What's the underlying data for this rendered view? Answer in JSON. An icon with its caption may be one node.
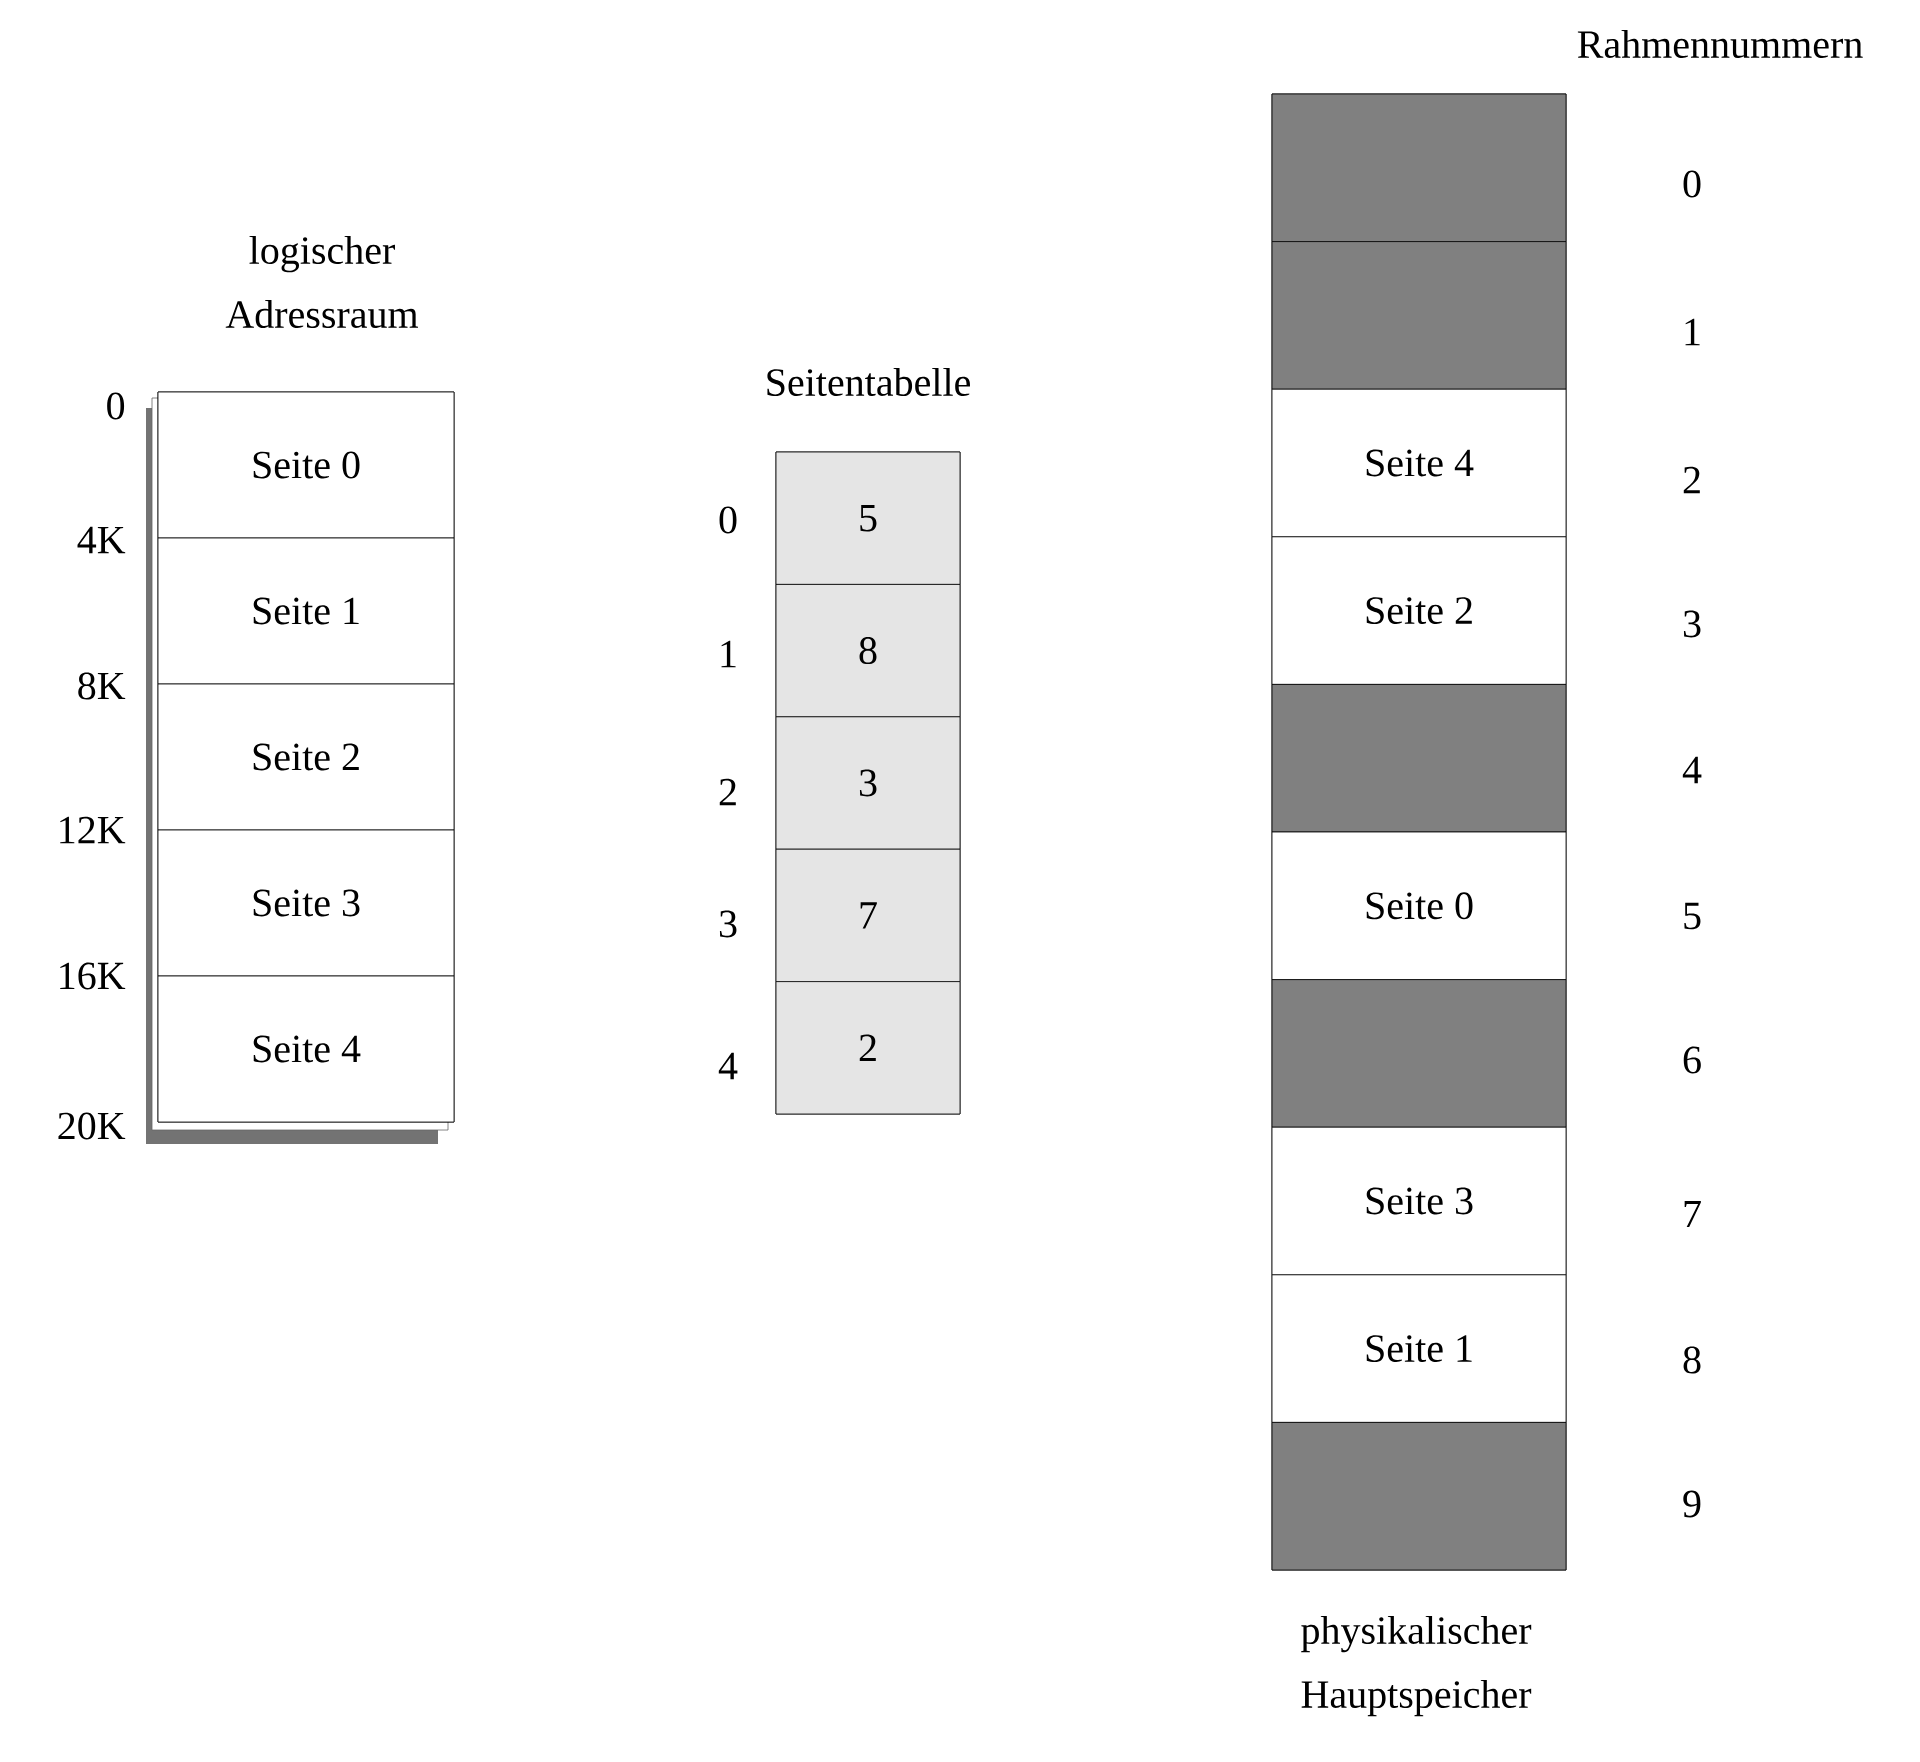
{
  "diagram": {
    "nodes": [
      {
        "text": [
          "logischer Adressraum"
        ]
      },
      {
        "text": [
          "Seite 0"
        ],
        "in": 0
      },
      {
        "text": [
          "Seite 1"
        ],
        "in": 0
      },
      {
        "text": [
          "Seite 2"
        ],
        "in": 0
      },
      {
        "text": [
          "Seite 3"
        ],
        "in": 0
      },
      {
        "text": [
          "Seite 4"
        ],
        "in": 0
      },
      {
        "text": [
          "Seitentabelle"
        ]
      },
      {
        "text": [
          "5"
        ],
        "in": 6
      },
      {
        "text": [
          "8"
        ],
        "in": 6
      },
      {
        "text": [
          "3"
        ],
        "in": 6
      },
      {
        "text": [
          "7"
        ],
        "in": 6
      },
      {
        "text": [
          "2"
        ],
        "in": 6
      },
      {
        "text": [
          "physikalischer Hauptspeicher"
        ]
      },
      {
        "text": [],
        "shape": "box",
        "in": 12
      },
      {
        "text": [],
        "shape": "box",
        "in": 12
      },
      {
        "text": [
          "Seite 4"
        ],
        "in": 12
      },
      {
        "text": [
          "Seite 2"
        ],
        "in": 12
      },
      {
        "text": [],
        "shape": "box",
        "in": 12
      },
      {
        "text": [
          "Seite 0"
        ],
        "in": 12
      },
      {
        "text": [],
        "shape": "box",
        "in": 12
      },
      {
        "text": [
          "Seite 3"
        ],
        "in": 12
      },
      {
        "text": [
          "Seite 1"
        ],
        "in": 12
      },
      {
        "text": [],
        "shape": "box",
        "in": 12
      }
    ],
    "labels": [
      "Rahmennummern",
      "0",
      "4K",
      "8K",
      "12K",
      "16K",
      "20K",
      "0",
      "1",
      "2",
      "3",
      "4",
      "0",
      "1",
      "2",
      "3",
      "4",
      "5",
      "6",
      "7",
      "8",
      "9"
    ]
  }
}
